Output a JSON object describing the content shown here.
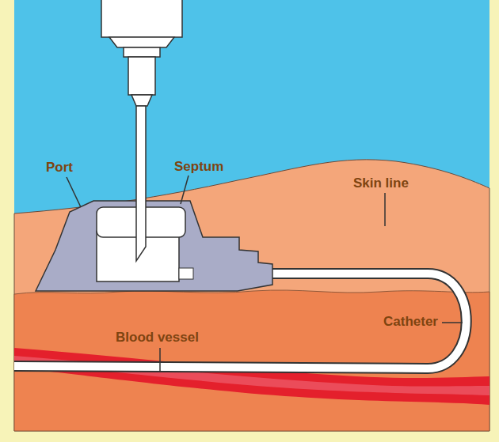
{
  "diagram": {
    "labels": [
      "Port",
      "Septum",
      "Skin line",
      "Catheter",
      "Blood vessel"
    ]
  }
}
